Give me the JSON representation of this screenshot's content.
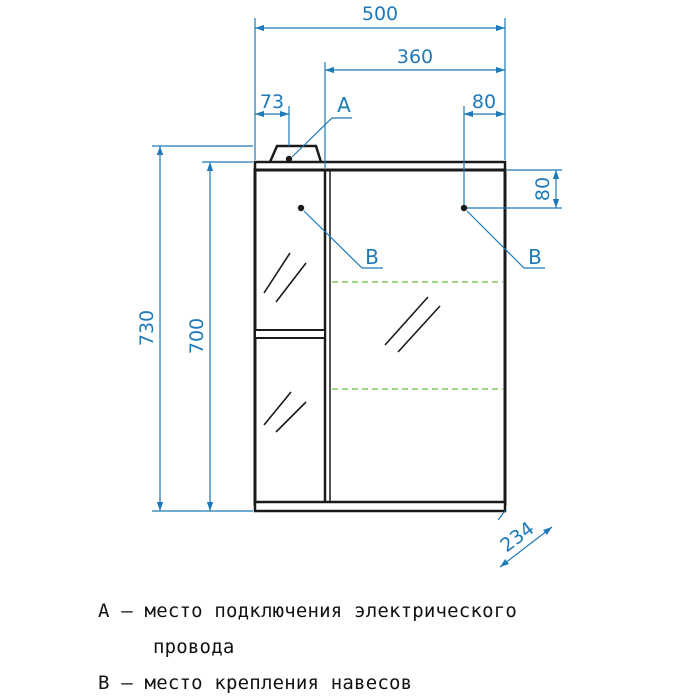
{
  "dimensions": {
    "width_total": "500",
    "width_door": "360",
    "socket_offset": "73",
    "hanger_offset_right": "80",
    "hanger_offset_top": "80",
    "height_total": "730",
    "height_body": "700",
    "depth": "234"
  },
  "callouts": {
    "a": "А",
    "b_left": "В",
    "b_right": "В"
  },
  "legend": {
    "a_line1": "А – место подключения электрического",
    "a_line2": "провода",
    "b_line": "В – место крепления навесов"
  },
  "colors": {
    "dimension": "#1d79b8",
    "outline": "#1a1a1a",
    "shelves": "#7ccf5a"
  }
}
